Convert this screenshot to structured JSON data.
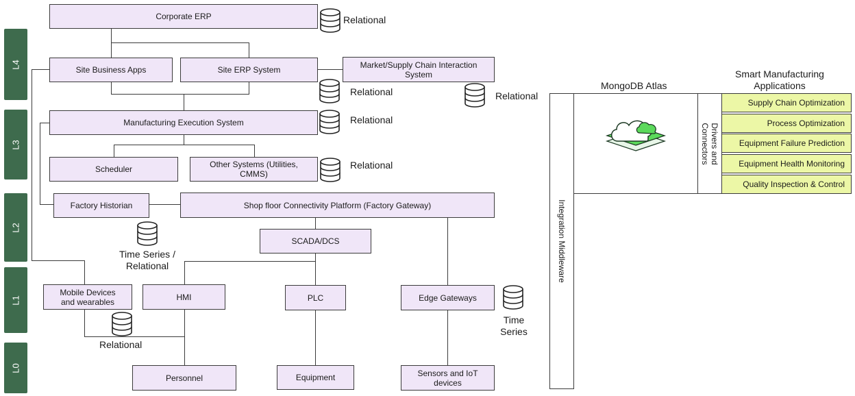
{
  "levels": [
    "L4",
    "L3",
    "L2",
    "L1",
    "L0"
  ],
  "boxes": {
    "corporate_erp": "Corporate ERP",
    "site_business_apps": "Site Business Apps",
    "site_erp_system": "Site ERP System",
    "market_supply_chain": "Market/Supply Chain Interaction System",
    "mes": "Manufacturing Execution System",
    "scheduler": "Scheduler",
    "other_systems": "Other Systems (Utilities, CMMS)",
    "factory_historian": "Factory Historian",
    "shop_floor_platform": "Shop floor Connectivity Platform (Factory Gateway)",
    "scada_dcs": "SCADA/DCS",
    "mobile_devices": "Mobile Devices and wearables",
    "hmi": "HMI",
    "plc": "PLC",
    "edge_gateways": "Edge Gateways",
    "personnel": "Personnel",
    "equipment": "Equipment",
    "sensors_iot": "Sensors and IoT devices"
  },
  "db_labels": {
    "corporate_erp": "Relational",
    "site_erp": "Relational",
    "market_supply_chain": "Relational",
    "mes": "Relational",
    "other_systems": "Relational",
    "historian": "Time Series / Relational",
    "mobile": "Relational",
    "edge": "Time Series"
  },
  "integration_middleware": "Integration Middleware",
  "mongodb_atlas": {
    "title": "MongoDB Atlas",
    "drivers_label": "Drivers and Connectors",
    "icon": "cloud-database-icon"
  },
  "smart_apps": {
    "title": "Smart Manufacturing Applications",
    "items": [
      "Supply Chain Optimization",
      "Process Optimization",
      "Equipment Failure Prediction",
      "Equipment Health Monitoring",
      "Quality Inspection & Control"
    ]
  },
  "colors": {
    "level_bar": "#3e6b4d",
    "box_fill": "#f0e6f8",
    "app_fill": "#ecf7a6",
    "cloud_green": "#5bd95b"
  }
}
